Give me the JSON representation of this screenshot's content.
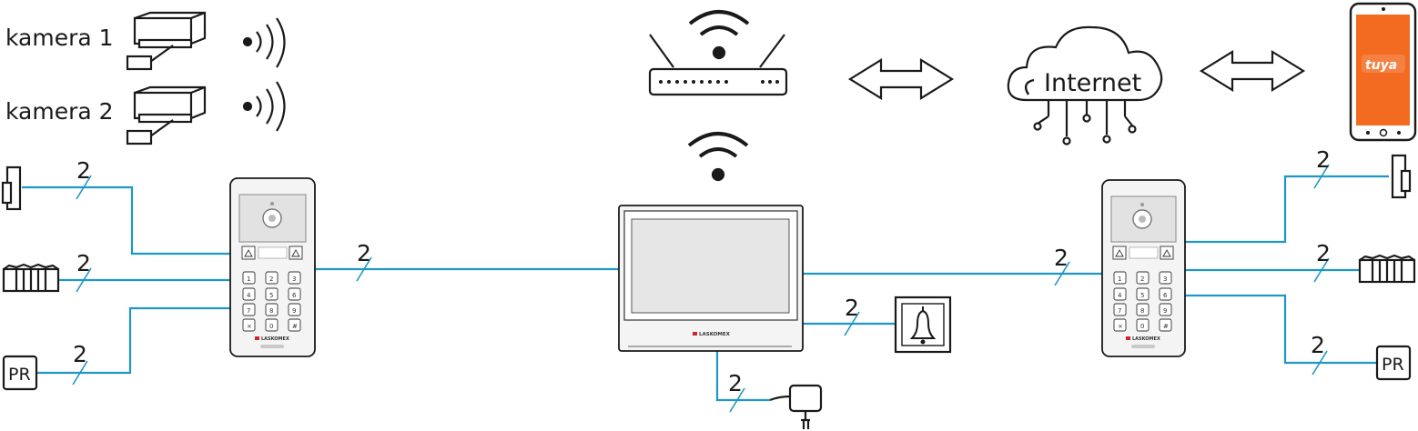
{
  "cameras": [
    {
      "label": "kamera 1"
    },
    {
      "label": "kamera 2"
    }
  ],
  "internet": {
    "label": "Internet"
  },
  "phone_app": {
    "label": "tuya"
  },
  "brand": {
    "label": "LASKOMEX"
  },
  "wire_count": "2",
  "keypad": {
    "keys": [
      "1",
      "2",
      "3",
      "4",
      "5",
      "6",
      "7",
      "8",
      "9",
      "×",
      "0",
      "#"
    ]
  },
  "outputs": {
    "pr_label": "PR"
  },
  "colors": {
    "wire": "#1f97c6",
    "ink": "#1a1a1a",
    "phone_screen": "#f26b21",
    "brand_red": "#d2232a"
  }
}
